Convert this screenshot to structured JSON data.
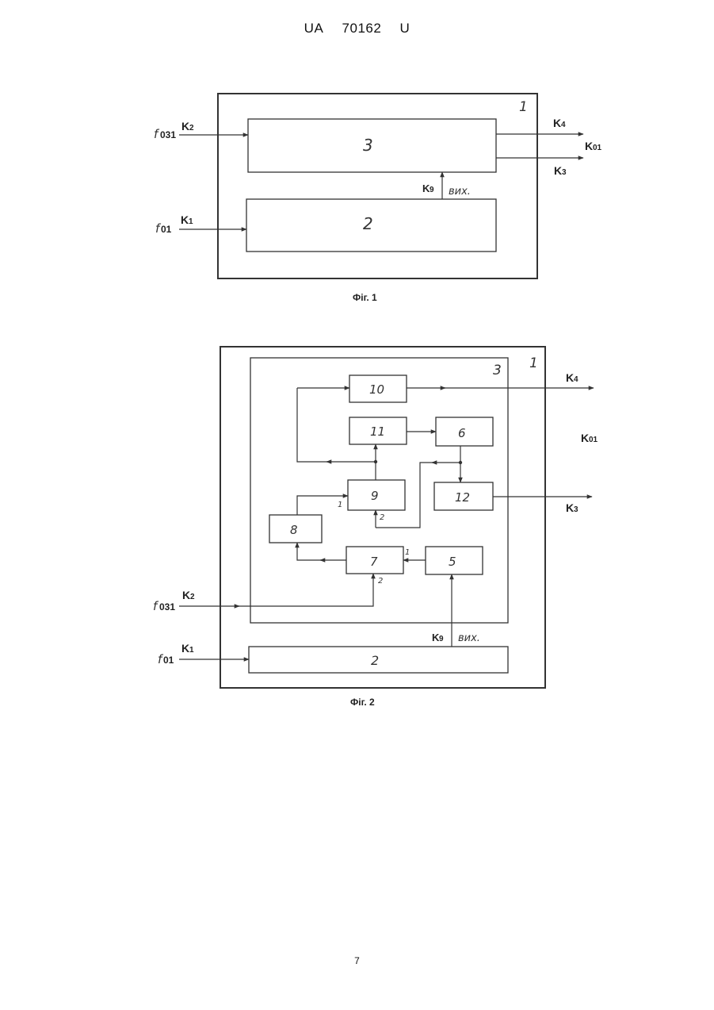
{
  "header": {
    "office": "UA",
    "number": "70162",
    "kind": "U"
  },
  "page_number": "7",
  "fig1": {
    "caption": "Фіг. 1",
    "blocks": {
      "outer": "1",
      "top": "3",
      "bottom": "2"
    },
    "labels": {
      "in_top_f": "f",
      "in_top_sub": "031",
      "in_top_k": "K",
      "in_top_k_sub": "2",
      "in_bot_f": "f",
      "in_bot_sub": "01",
      "in_bot_k": "K",
      "in_bot_k_sub": "1",
      "out_top_k": "K",
      "out_top_sub": "4",
      "out_mid_k": "K",
      "out_mid_sub": "01",
      "out_bot_k": "K",
      "out_bot_sub": "3",
      "vert_k": "K",
      "vert_sub": "9",
      "vert_text": "вих."
    }
  },
  "fig2": {
    "caption": "Фіг. 2",
    "blocks": {
      "outer": "1",
      "inner": "3",
      "b10": "10",
      "b11": "11",
      "b6": "6",
      "b9": "9",
      "b12": "12",
      "b8": "8",
      "b7": "7",
      "b5": "5",
      "b2": "2"
    },
    "ports": {
      "p9_1": "1",
      "p9_2": "2",
      "p7_1": "1",
      "p7_2": "2"
    },
    "labels": {
      "out_top_k": "K",
      "out_top_sub": "4",
      "out_mid_k": "K",
      "out_mid_sub": "01",
      "out_bot_k": "K",
      "out_bot_sub": "3",
      "in_top_f": "f",
      "in_top_sub": "031",
      "in_top_k": "K",
      "in_top_k_sub": "2",
      "in_bot_f": "f",
      "in_bot_sub": "01",
      "in_bot_k": "K",
      "in_bot_k_sub": "1",
      "vert_k": "K",
      "vert_sub": "9",
      "vert_text": "вих."
    }
  }
}
